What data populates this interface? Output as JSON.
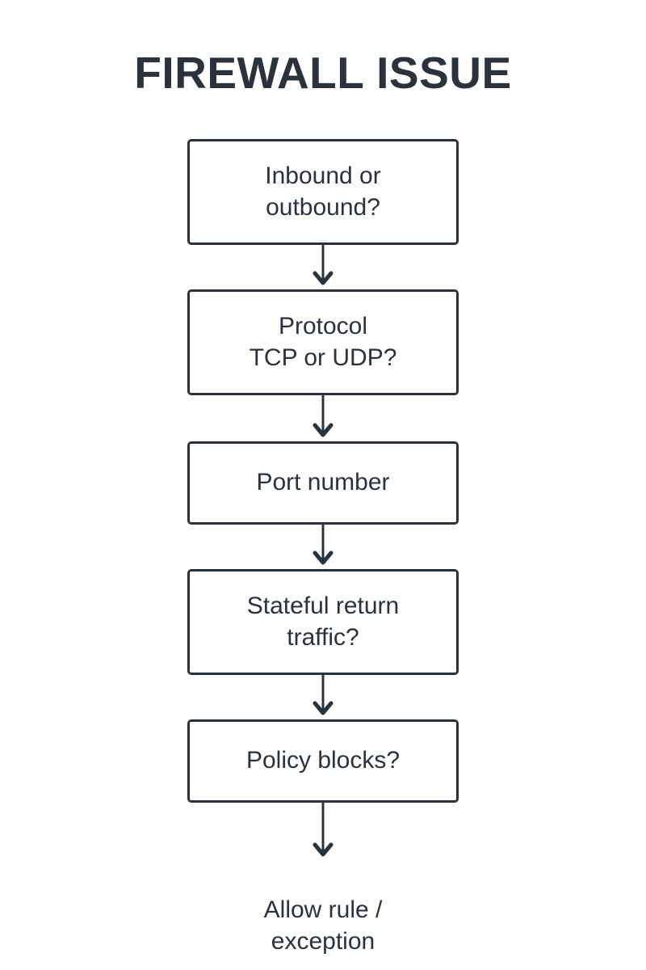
{
  "title": "FIREWALL ISSUE",
  "colors": {
    "background": "#fdfdfd",
    "stroke": "#2b323c",
    "text": "#2b323c",
    "node_fill": "#fdfdfd"
  },
  "diagram": {
    "type": "flowchart",
    "orientation": "vertical",
    "connector": "down-arrow",
    "nodes": [
      {
        "id": "n1",
        "shape": "rectangle",
        "lines": 2,
        "label": "Inbound or\noutbound?"
      },
      {
        "id": "n2",
        "shape": "rectangle",
        "lines": 2,
        "label": "Protocol\nTCP or UDP?"
      },
      {
        "id": "n3",
        "shape": "rectangle",
        "lines": 1,
        "label": "Port number"
      },
      {
        "id": "n4",
        "shape": "rectangle",
        "lines": 2,
        "label": "Stateful return\ntraffic?"
      },
      {
        "id": "n5",
        "shape": "rectangle",
        "lines": 1,
        "label": "Policy blocks?"
      },
      {
        "id": "n6",
        "shape": "none",
        "lines": 2,
        "label": "Allow rule /\nexception"
      }
    ],
    "edges": [
      {
        "from": "n1",
        "to": "n2",
        "label": ""
      },
      {
        "from": "n2",
        "to": "n3",
        "label": ""
      },
      {
        "from": "n3",
        "to": "n4",
        "label": ""
      },
      {
        "from": "n4",
        "to": "n5",
        "label": ""
      },
      {
        "from": "n5",
        "to": "n6",
        "label": ""
      }
    ]
  }
}
